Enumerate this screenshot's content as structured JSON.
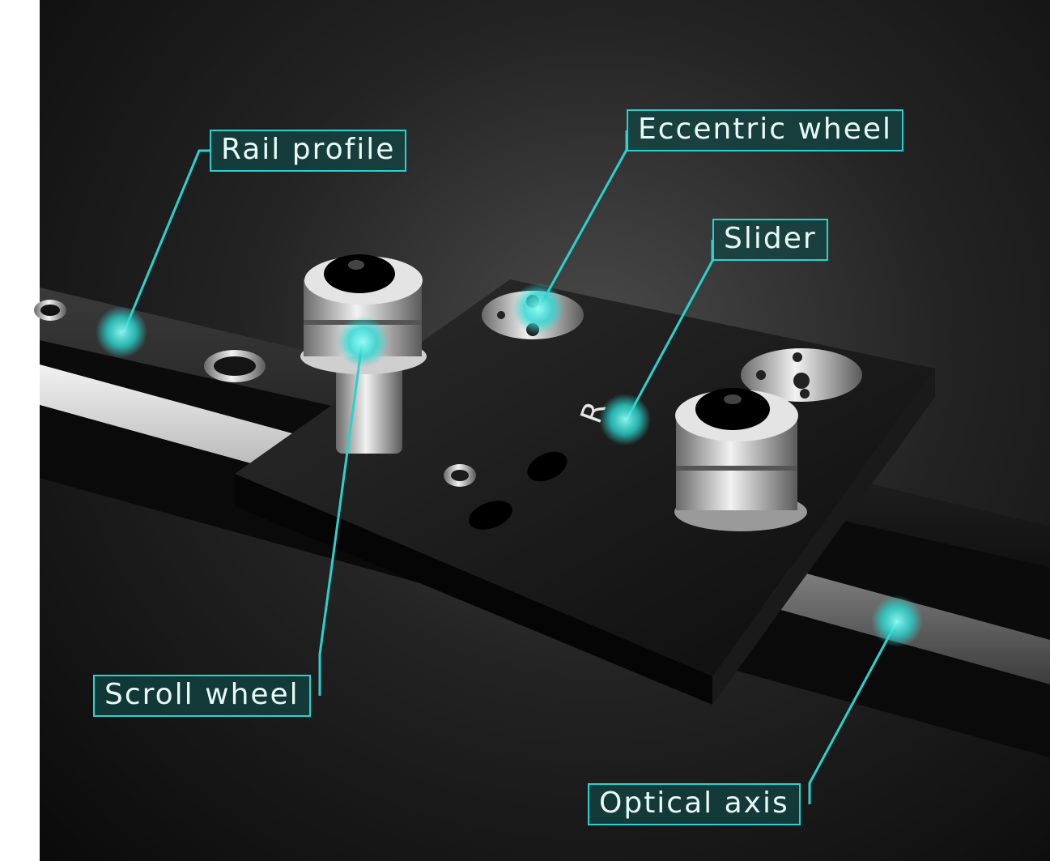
{
  "callouts": {
    "rail_profile": "Rail profile",
    "eccentric_wheel": "Eccentric wheel",
    "slider": "Slider",
    "scroll_wheel": "Scroll wheel",
    "optical_axis": "Optical axis"
  },
  "colors": {
    "accent": "#28d3cf",
    "label_bg": "#104644",
    "background_dark": "#0a0a0a",
    "metal": "#d0d0d0"
  },
  "plate_mark": "R"
}
